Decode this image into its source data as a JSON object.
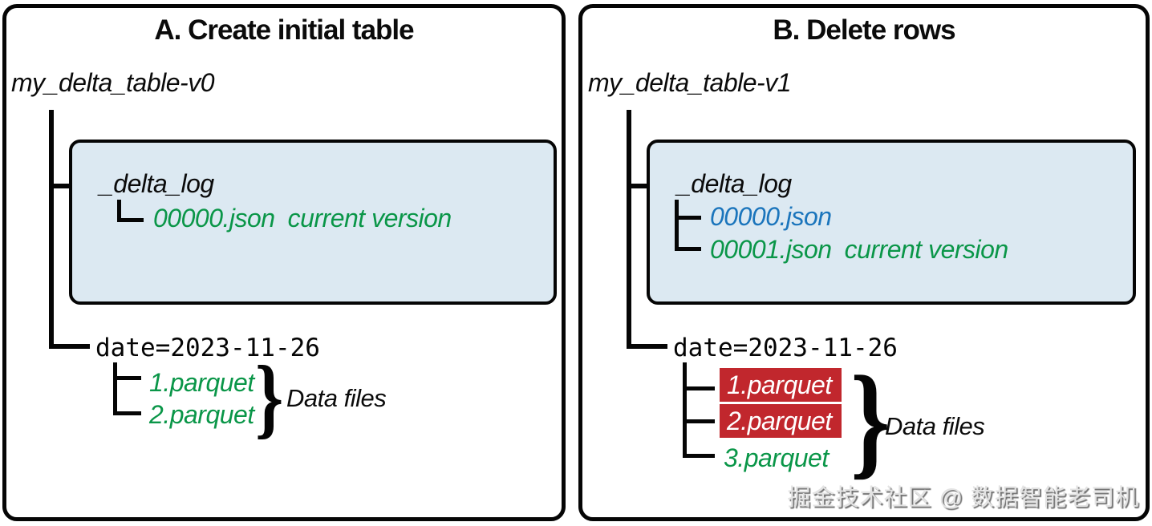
{
  "colors": {
    "green": "#0a9648",
    "blue": "#1b75bc",
    "red": "#c1272d",
    "log_box_bg": "#dce9f2",
    "line": "#050505"
  },
  "panels": [
    {
      "title": "A. Create initial table",
      "root": "my_delta_table-v0",
      "delta_log_label": "_delta_log",
      "log_entries": [
        {
          "name": "00000.json",
          "note": "current version",
          "color": "green"
        }
      ],
      "partition_label": "date=2023-11-26",
      "files": [
        {
          "name": "1.parquet",
          "state": "active"
        },
        {
          "name": "2.parquet",
          "state": "active"
        }
      ],
      "brace_label": "Data files"
    },
    {
      "title": "B. Delete rows",
      "root": "my_delta_table-v1",
      "delta_log_label": "_delta_log",
      "log_entries": [
        {
          "name": "00000.json",
          "note": "",
          "color": "blue"
        },
        {
          "name": "00001.json",
          "note": "current version",
          "color": "green"
        }
      ],
      "partition_label": "date=2023-11-26",
      "files": [
        {
          "name": "1.parquet",
          "state": "removed"
        },
        {
          "name": "2.parquet",
          "state": "removed"
        },
        {
          "name": "3.parquet",
          "state": "active"
        }
      ],
      "brace_label": "Data files"
    }
  ],
  "brace_glyph": "}",
  "watermark": "掘金技术社区 @ 数据智能老司机"
}
